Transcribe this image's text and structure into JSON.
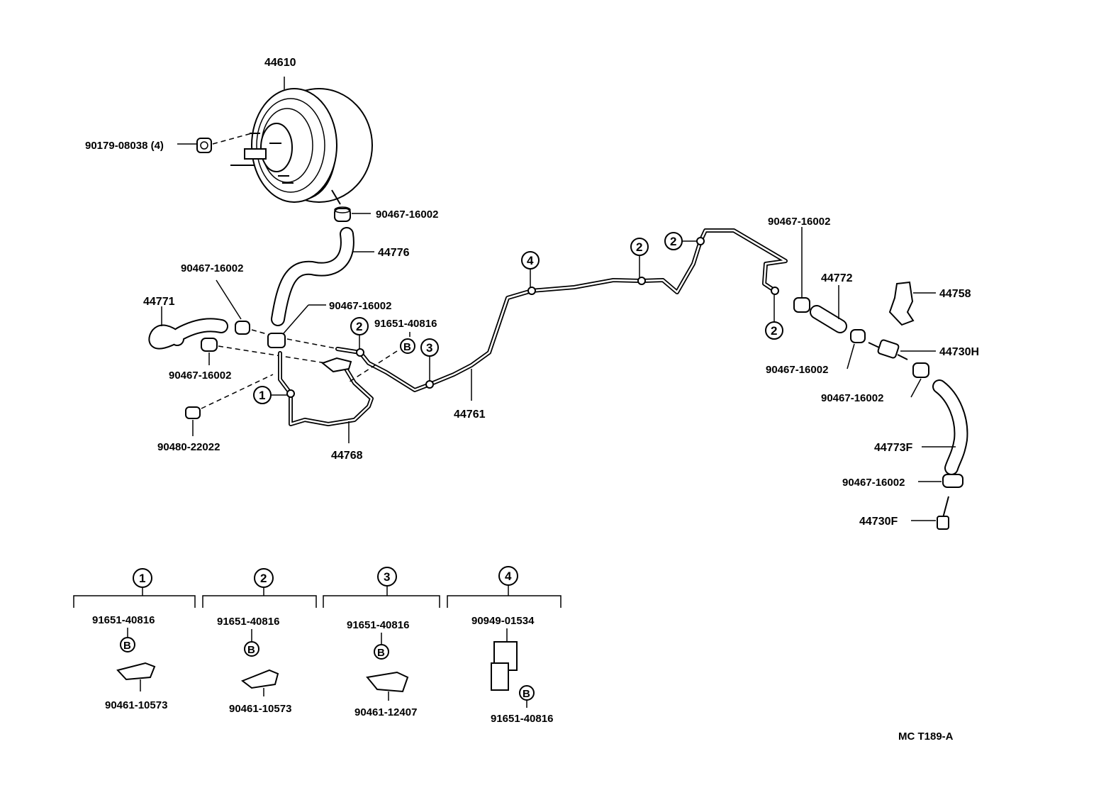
{
  "parts": {
    "booster": "44610",
    "booster_nut": "90179-08038 (4)",
    "clip_top": "90467-16002",
    "hose_44776": "44776",
    "hose_44771": "44771",
    "clip_left_a": "90467-16002",
    "clip_center": "90467-16002",
    "clip_left_b": "90467-16002",
    "clamp_bolt_center": "91651-40816",
    "pipe_44768": "44768",
    "grommet": "90480-22022",
    "pipe_44761": "44761",
    "clip_right_top": "90467-16002",
    "hose_44772": "44772",
    "bracket_44758": "44758",
    "valve_44730h": "44730H",
    "clip_right_mid": "90467-16002",
    "clip_right_low": "90467-16002",
    "hose_44773f": "44773F",
    "clip_right_bottom": "90467-16002",
    "fitting_44730f": "44730F"
  },
  "callouts": {
    "c1": "1",
    "c2": "2",
    "c3": "3",
    "c4": "4",
    "bolt_mark": "B"
  },
  "legend": [
    {
      "num": "1",
      "bolt": "91651-40816",
      "mark": "B",
      "clamp": "90461-10573"
    },
    {
      "num": "2",
      "bolt": "91651-40816",
      "mark": "B",
      "clamp": "90461-10573"
    },
    {
      "num": "3",
      "bolt": "91651-40816",
      "mark": "B",
      "clamp": "90461-12407"
    },
    {
      "num": "4",
      "bolt": "90949-01534",
      "mark": "B",
      "clamp": "91651-40816"
    }
  ],
  "footer_code": "MC  T189-A"
}
